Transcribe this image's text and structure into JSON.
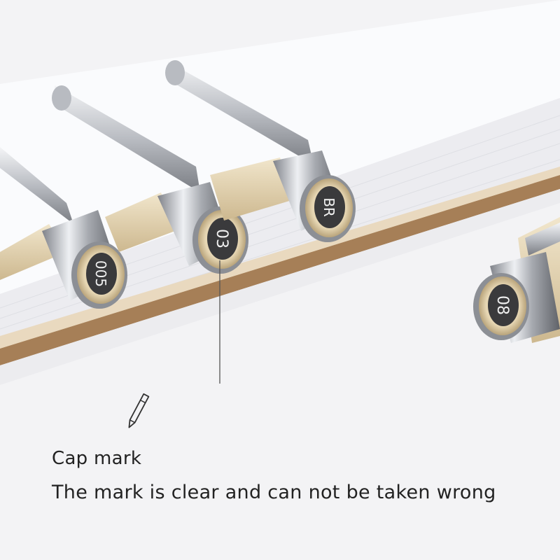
{
  "pens": [
    {
      "id": "pen-005",
      "cap_label": "005"
    },
    {
      "id": "pen-03",
      "cap_label": "03"
    },
    {
      "id": "pen-br",
      "cap_label": "BR"
    },
    {
      "id": "pen-08",
      "cap_label": "08"
    }
  ],
  "caption": {
    "title": "Cap mark",
    "description": "The mark is clear and can not be taken wrong"
  },
  "icons": {
    "pen": "pen-icon"
  },
  "colors": {
    "background": "#f3f3f5",
    "page_white": "#fbfbfd",
    "cardboard_edge": "#a67f57",
    "pen_barrel": "#e9dcc0",
    "cap_disc": "#3a3a3c",
    "chrome": "#c9cbd0",
    "text": "#222222"
  }
}
